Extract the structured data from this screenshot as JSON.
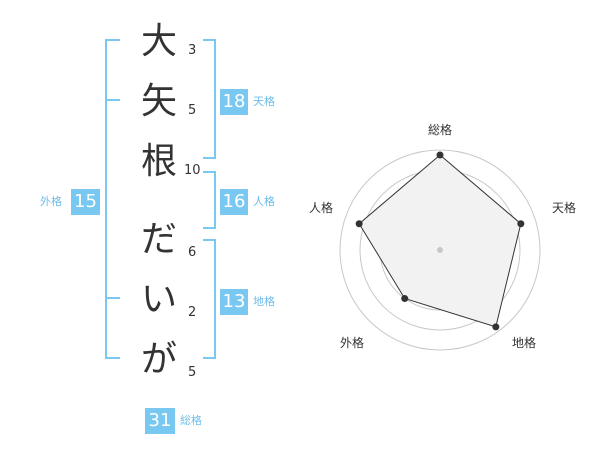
{
  "name": {
    "characters": [
      {
        "char": "大",
        "strokes": "3"
      },
      {
        "char": "矢",
        "strokes": "5"
      },
      {
        "char": "根",
        "strokes": "10"
      },
      {
        "char": "だ",
        "strokes": "6"
      },
      {
        "char": "い",
        "strokes": "2"
      },
      {
        "char": "が",
        "strokes": "5"
      }
    ]
  },
  "fortune": {
    "tenkaku": {
      "label": "天格",
      "value": "18"
    },
    "jinkaku": {
      "label": "人格",
      "value": "16"
    },
    "chikaku": {
      "label": "地格",
      "value": "13"
    },
    "gaikaku": {
      "label": "外格",
      "value": "15"
    },
    "soukaku": {
      "label": "総格",
      "value": "31"
    }
  },
  "radar": {
    "axes": [
      "総格",
      "天格",
      "地格",
      "外格",
      "人格"
    ],
    "levels": [
      0.95,
      0.85,
      0.95,
      0.6,
      0.85
    ],
    "line_color": "#333333",
    "fill_color": "#f2f2f2",
    "ring_color": "#c8c8c8"
  },
  "colors": {
    "accent": "#79c8f2",
    "bracket": "#79c8f2",
    "label": "#6fbce9"
  }
}
